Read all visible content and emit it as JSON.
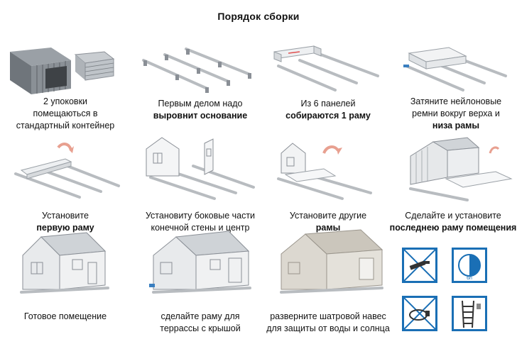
{
  "title": "Порядок сборки",
  "steps": [
    {
      "line1": "2 упоковки",
      "line2": "помещаються в",
      "line3": "стандартный контейнер"
    },
    {
      "line1": "Первым делом надо",
      "line2": "выровнит основание"
    },
    {
      "line1": "Из 6 панелей",
      "line2": "собираются 1 раму"
    },
    {
      "line1": "Затяните нейлоновые",
      "line2": "ремни вокруг верха и",
      "line3": "низа рамы"
    },
    {
      "line1": "Установите",
      "line2": "первую раму"
    },
    {
      "line1": "Установиту боковые части",
      "line2": "конечной стены и центр"
    },
    {
      "line1": "Установите другие",
      "line2": "рамы"
    },
    {
      "line1": "Сделайте и установите",
      "line2": "последнею раму помещения"
    },
    {
      "line1": "Готовое помещение"
    },
    {
      "line1": "сделайте раму для",
      "line2": "террассы с крышой"
    },
    {
      "line1": "разверните шатровой навес",
      "line2": "для защиты от воды и солнца"
    }
  ],
  "icons": {
    "clock_label": "6h"
  },
  "colors": {
    "icon_blue": "#1a6fb5",
    "drawing_gray": "#8a8f96"
  }
}
